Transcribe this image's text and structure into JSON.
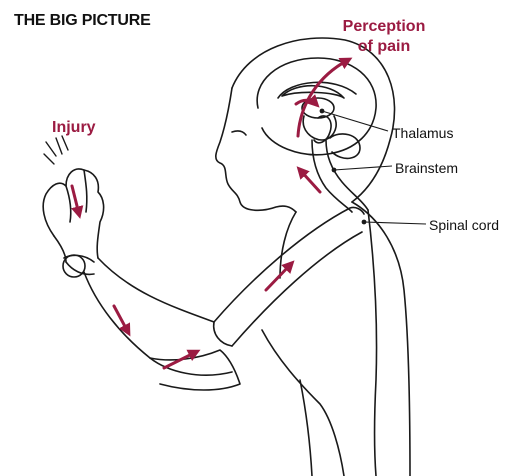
{
  "title": "THE BIG PICTURE",
  "colors": {
    "accent": "#9b1b42",
    "line": "#1a1a1a"
  },
  "labels": {
    "perception_line1": "Perception",
    "perception_line2": "of pain",
    "injury": "Injury",
    "thalamus": "Thalamus",
    "brainstem": "Brainstem",
    "spinal_cord": "Spinal cord"
  },
  "pathway": [
    "Injury",
    "Spinal cord",
    "Brainstem",
    "Thalamus",
    "Perception of pain"
  ]
}
